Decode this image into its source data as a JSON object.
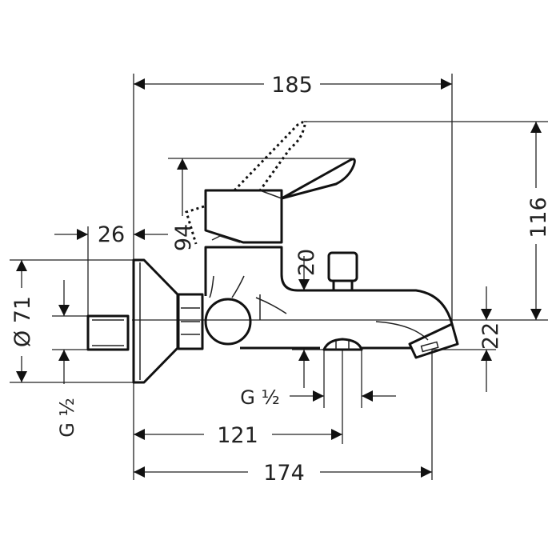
{
  "dimensions": {
    "overall_width": "185",
    "total_height": "116",
    "lever_height": "94",
    "wall_offset": "26",
    "spout_clearance": "20",
    "flange_diameter": "Ø 71",
    "outlet_height": "22",
    "inlet_thread": "G ½",
    "diverter_thread": "G ½",
    "spout_axis": "121",
    "spout_length": "174"
  },
  "colors": {
    "line": "#111111",
    "background": "#ffffff"
  }
}
